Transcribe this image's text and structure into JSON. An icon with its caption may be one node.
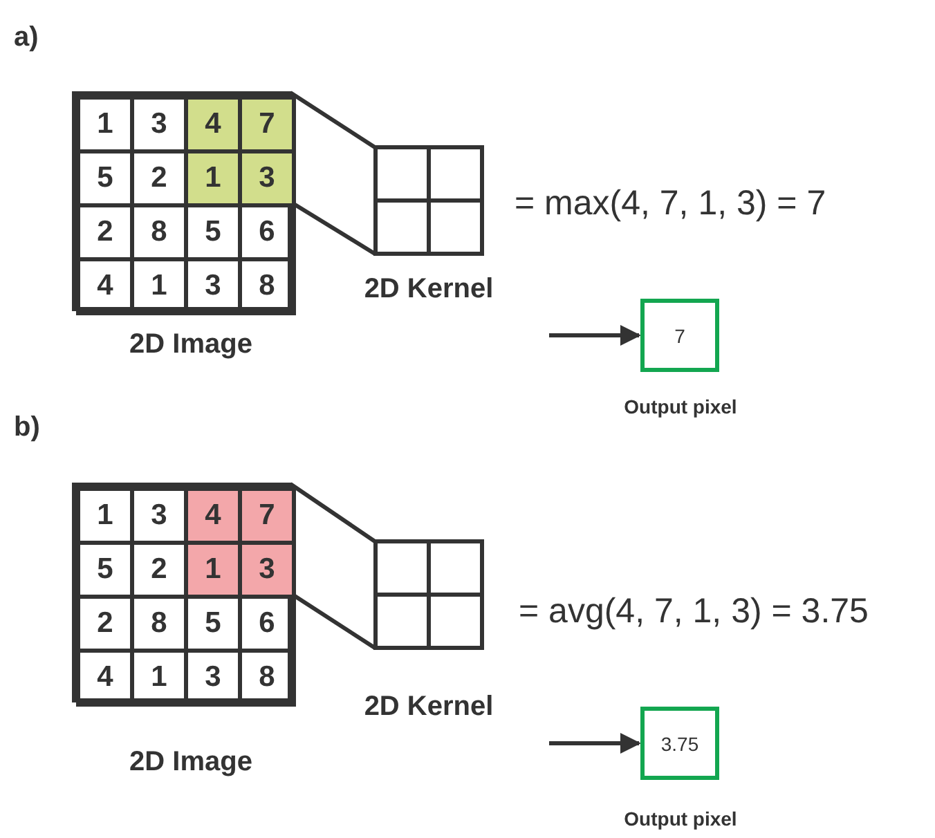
{
  "diagram": {
    "nodes": [
      {
        "text": [],
        "shape": "box",
        "beside": [
          "2D Image"
        ]
      },
      {
        "text": [],
        "shape": "box",
        "in": 0
      },
      {
        "text": [
          "1"
        ],
        "in": 0
      },
      {
        "text": [
          "3"
        ],
        "in": 0
      },
      {
        "text": [
          "4"
        ],
        "in": 1
      },
      {
        "text": [
          "7"
        ],
        "in": 1
      },
      {
        "text": [
          "5"
        ],
        "in": 0
      },
      {
        "text": [
          "2"
        ],
        "in": 0
      },
      {
        "text": [
          "1"
        ],
        "in": 1
      },
      {
        "text": [
          "3"
        ],
        "in": 1
      },
      {
        "text": [
          "2"
        ],
        "in": 0
      },
      {
        "text": [
          "8"
        ],
        "in": 0
      },
      {
        "text": [
          "5"
        ],
        "in": 0
      },
      {
        "text": [
          "6"
        ],
        "in": 0
      },
      {
        "text": [
          "4"
        ],
        "in": 0
      },
      {
        "text": [
          "1"
        ],
        "in": 0
      },
      {
        "text": [
          "3"
        ],
        "in": 0
      },
      {
        "text": [
          "8"
        ],
        "in": 0
      },
      {
        "text": [],
        "shape": "box",
        "beside": [
          "2D Kernel"
        ]
      },
      {
        "text": [
          "7"
        ],
        "beside": [
          "Output pixel"
        ]
      },
      {
        "text": [],
        "shape": "box",
        "beside": [
          "2D Image"
        ]
      },
      {
        "text": [],
        "shape": "box",
        "in": 20
      },
      {
        "text": [
          "1"
        ],
        "in": 20
      },
      {
        "text": [
          "3"
        ],
        "in": 20
      },
      {
        "text": [
          "4"
        ],
        "in": 21
      },
      {
        "text": [
          "7"
        ],
        "in": 21
      },
      {
        "text": [
          "5"
        ],
        "in": 20
      },
      {
        "text": [
          "2"
        ],
        "in": 20
      },
      {
        "text": [
          "1"
        ],
        "in": 21
      },
      {
        "text": [
          "3"
        ],
        "in": 21
      },
      {
        "text": [
          "2"
        ],
        "in": 20
      },
      {
        "text": [
          "8"
        ],
        "in": 20
      },
      {
        "text": [
          "5"
        ],
        "in": 20
      },
      {
        "text": [
          "6"
        ],
        "in": 20
      },
      {
        "text": [
          "4"
        ],
        "in": 20
      },
      {
        "text": [
          "1"
        ],
        "in": 20
      },
      {
        "text": [
          "3"
        ],
        "in": 20
      },
      {
        "text": [
          "8"
        ],
        "in": 20
      },
      {
        "text": [],
        "shape": "box",
        "beside": [
          "2D Kernel"
        ]
      },
      {
        "text": [
          "3.75"
        ],
        "beside": [
          "Output pixel"
        ]
      }
    ],
    "edges": [
      {
        "from": 1,
        "to": 18,
        "arrow": "none"
      },
      {
        "from": 1,
        "to": 18,
        "arrow": "none"
      },
      {
        "from": null,
        "to": 19,
        "arrow": "to"
      },
      {
        "from": 21,
        "to": 38,
        "arrow": "none"
      },
      {
        "from": 21,
        "to": 38,
        "arrow": "none"
      },
      {
        "from": null,
        "to": 39,
        "arrow": "to"
      }
    ],
    "labels": [
      "a)",
      "= max(4, 7, 1, 3) = 7",
      "b)",
      "= avg(4, 7, 1, 3) = 3.75"
    ]
  }
}
